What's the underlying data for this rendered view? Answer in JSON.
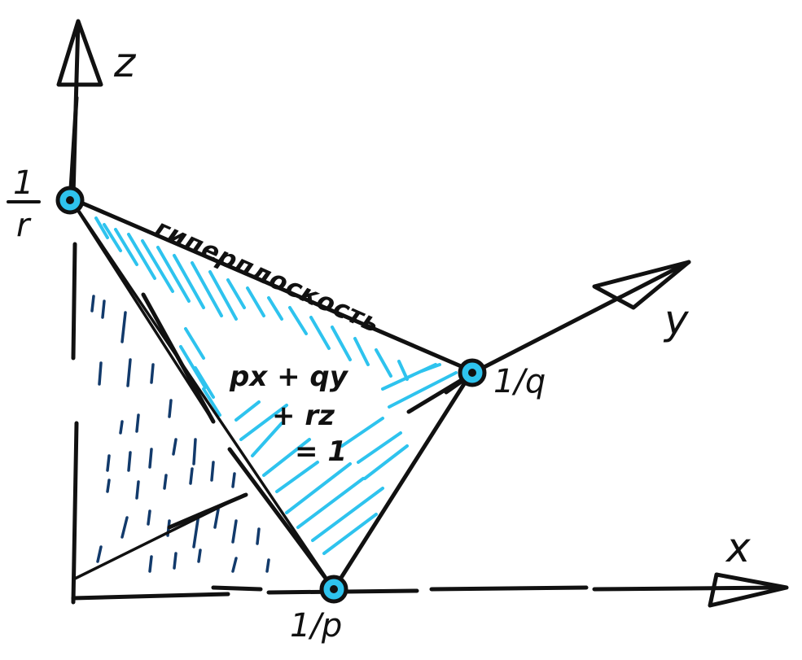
{
  "axes": {
    "x_label": "x",
    "y_label": "y",
    "z_label": "z"
  },
  "intercepts": {
    "x_label": "1/p",
    "y_label": "1/q",
    "z_label_num": "1",
    "z_label_den": "r"
  },
  "plane": {
    "name": "гиперплоскость",
    "equation_line1": "px + qy",
    "equation_line2": "+ rz",
    "equation_line3": "= 1"
  },
  "colors": {
    "ink": "#111111",
    "hatch_plane": "#2ec3ee",
    "hatch_side": "#123a6b",
    "point_fill": "#2ec3ee"
  }
}
